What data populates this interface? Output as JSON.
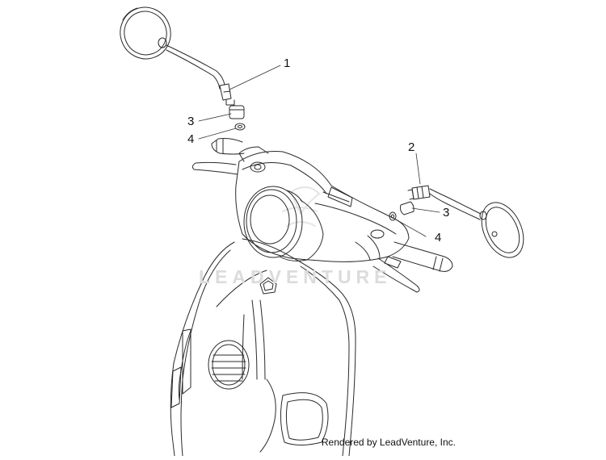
{
  "diagram": {
    "callouts": [
      {
        "id": "part-1",
        "label": "1"
      },
      {
        "id": "part-3-left",
        "label": "3"
      },
      {
        "id": "part-4-left",
        "label": "4"
      },
      {
        "id": "part-2",
        "label": "2"
      },
      {
        "id": "part-3-right",
        "label": "3"
      },
      {
        "id": "part-4-right",
        "label": "4"
      }
    ],
    "watermark": "LEADVENTURE",
    "credit": "Rendered by LeadVenture, Inc."
  }
}
